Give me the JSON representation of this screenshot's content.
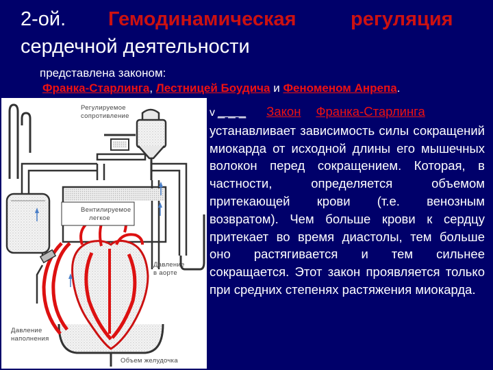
{
  "title": {
    "part1": "2-ой.",
    "part2": "Гемодинамическая",
    "part3": "регуляция",
    "line2": "сердечной деятельности"
  },
  "intro": {
    "lead": "представлена законом:",
    "link1": "Франка-Старлинга",
    "sep1": ",",
    "link2": "Лестницей Боудича",
    "mid": " и ",
    "link3": "Феноменом Анрепа",
    "end": "."
  },
  "figure": {
    "labels": {
      "resistance": [
        "Регулируемое",
        "сопротивление"
      ],
      "lungs": [
        "Вентилируемое",
        "легкое"
      ],
      "aortic_pressure": [
        "Давление",
        "в аорте"
      ],
      "filling_pressure": [
        "Давление",
        "наполнения"
      ],
      "stroke_volume": "Объем желудочка"
    }
  },
  "text": {
    "bullet": "v",
    "dash": "_ _ _",
    "zakon": "Закон",
    "law_name": "Франка-Старлинга",
    "body": "устанавливает зависимость силы сокращений миокарда от исходной длины его мышечных волокон перед сокращением. Которая, в частности, определяется объемом притекающей крови (т.е. венозным возвратом). Чем больше крови к сердцу притекает во время диастолы, тем больше оно растягивается и тем сильнее сокращается. Этот закон проявляется только при средних степенях растяжения миокарда."
  },
  "colors": {
    "background": "#00006a",
    "accent_red": "#ee1111",
    "title_red": "#cc1111"
  }
}
